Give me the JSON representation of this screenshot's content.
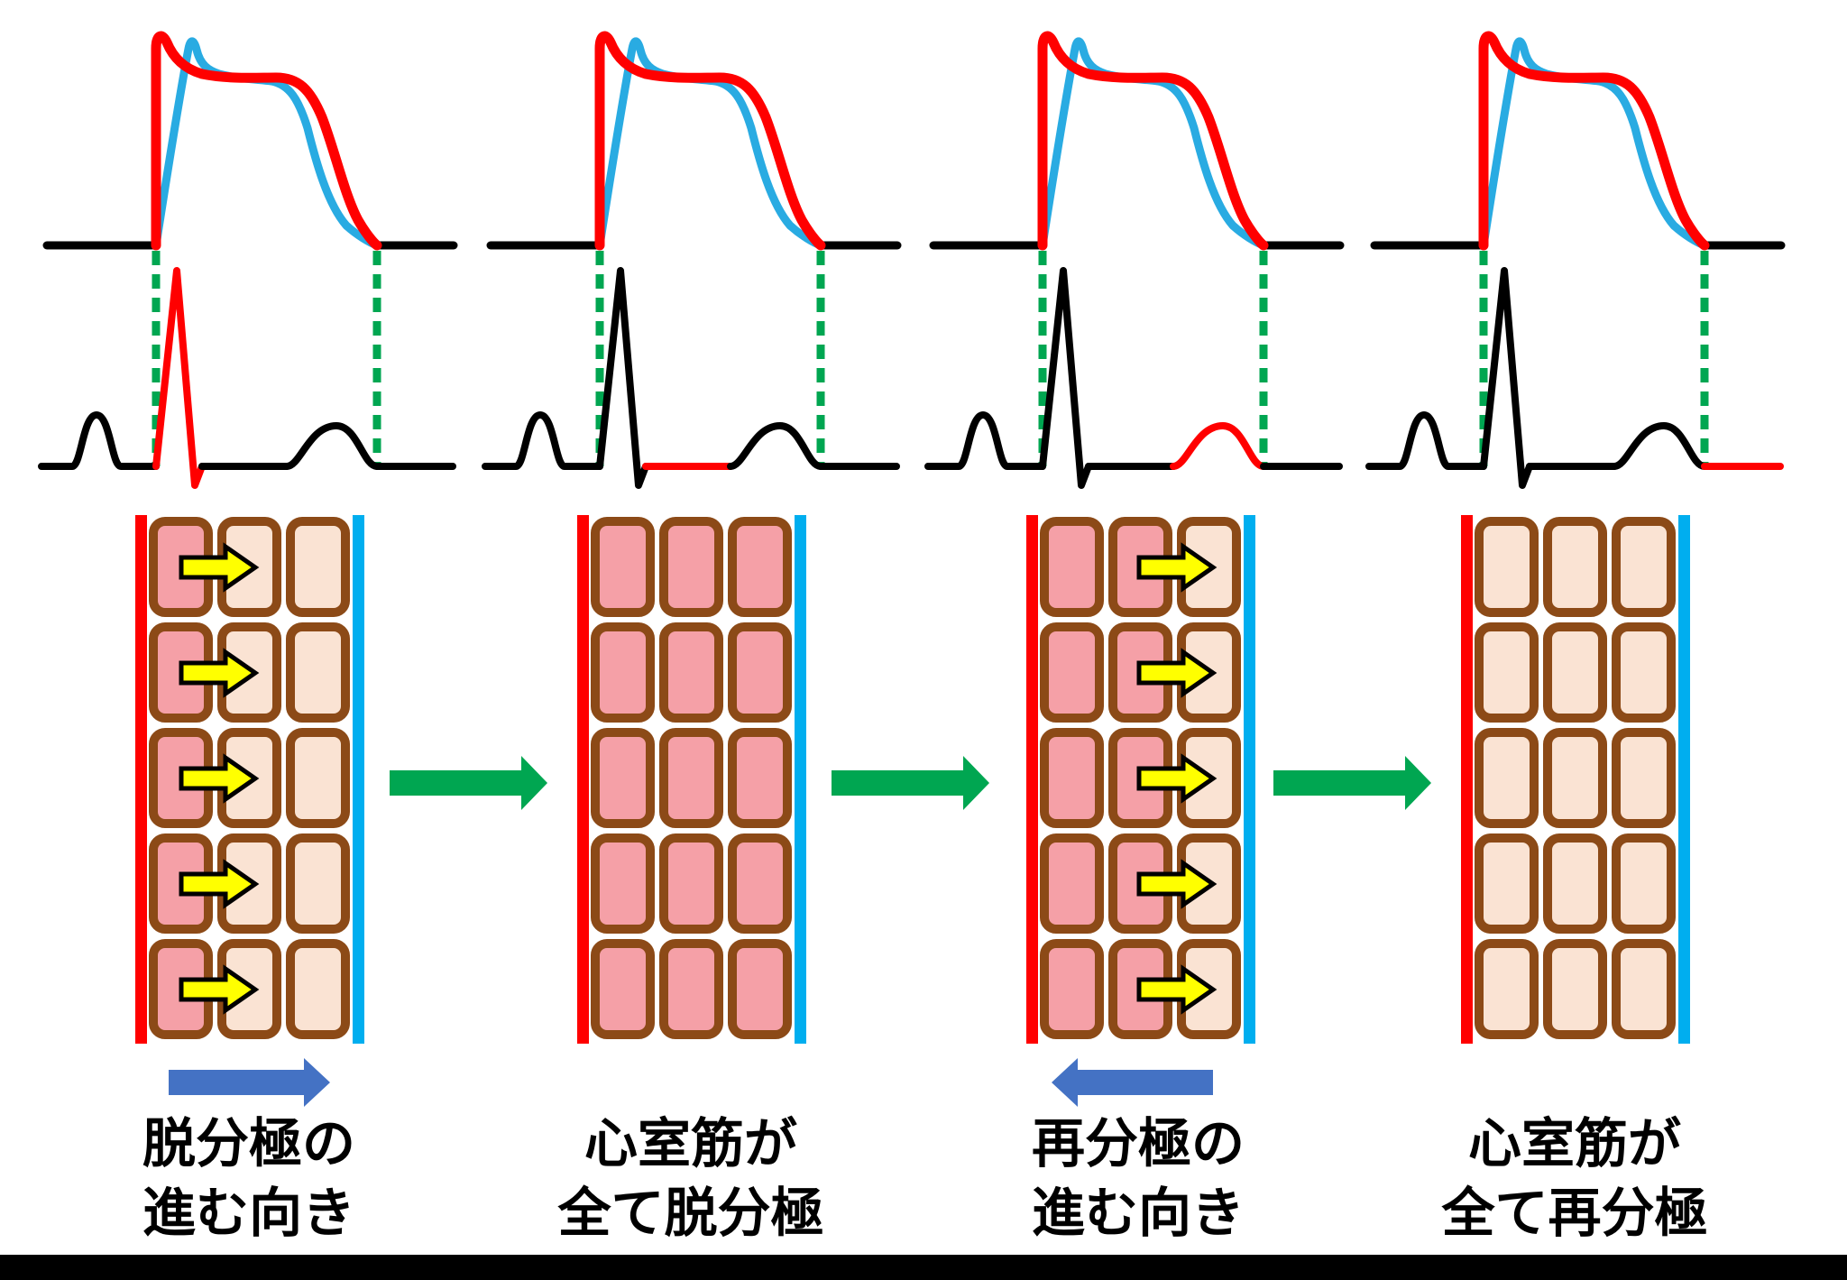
{
  "figure": {
    "description": "ECG and ventricular action potential diagram, 4 sequential stages",
    "colors": {
      "ap_red_curve": "#FF0000",
      "ap_blue_curve": "#29ABE2",
      "ecg_black": "#000000",
      "ecg_highlight_red": "#FF0000",
      "green_dashed_line": "#00A651",
      "green_step_arrow": "#00A651",
      "cell_border_brown": "#8C4A17",
      "cell_depolarized_pink": "#F5A0A7",
      "cell_resting_peach": "#FAE3D3",
      "left_bar_red": "#FF0000",
      "right_bar_cyan": "#00AEEF",
      "yellow_arrow": "#FFFF00",
      "yellow_arrow_outline": "#000000",
      "direction_arrow_blue": "#4472C4",
      "bottom_bar_black": "#000000"
    },
    "grid_rows": 5,
    "grid_columns": 3,
    "step_arrows_between_panels": 3,
    "panels": [
      {
        "label_line1": "脱分極の",
        "label_line2": "進む向き",
        "ecg_red_segment": "QRS",
        "cell_columns": [
          "depolarized",
          "resting",
          "resting"
        ],
        "yellow_arrows": {
          "count": 5,
          "direction": "right",
          "between_columns": [
            1,
            2
          ]
        },
        "direction_arrow": {
          "direction": "right"
        }
      },
      {
        "label_line1": "心室筋が",
        "label_line2": "全て脱分極",
        "ecg_red_segment": "ST_segment",
        "cell_columns": [
          "depolarized",
          "depolarized",
          "depolarized"
        ],
        "yellow_arrows": null,
        "direction_arrow": null
      },
      {
        "label_line1": "再分極の",
        "label_line2": "進む向き",
        "ecg_red_segment": "T_wave",
        "cell_columns": [
          "depolarized",
          "depolarized",
          "repolarized"
        ],
        "yellow_arrows": {
          "count": 5,
          "direction": "right",
          "between_columns": [
            2,
            3
          ]
        },
        "direction_arrow": {
          "direction": "left"
        }
      },
      {
        "label_line1": "心室筋が",
        "label_line2": "全て再分極",
        "ecg_red_segment": "baseline_after_T",
        "cell_columns": [
          "repolarized",
          "repolarized",
          "repolarized"
        ],
        "yellow_arrows": null,
        "direction_arrow": null
      }
    ]
  }
}
